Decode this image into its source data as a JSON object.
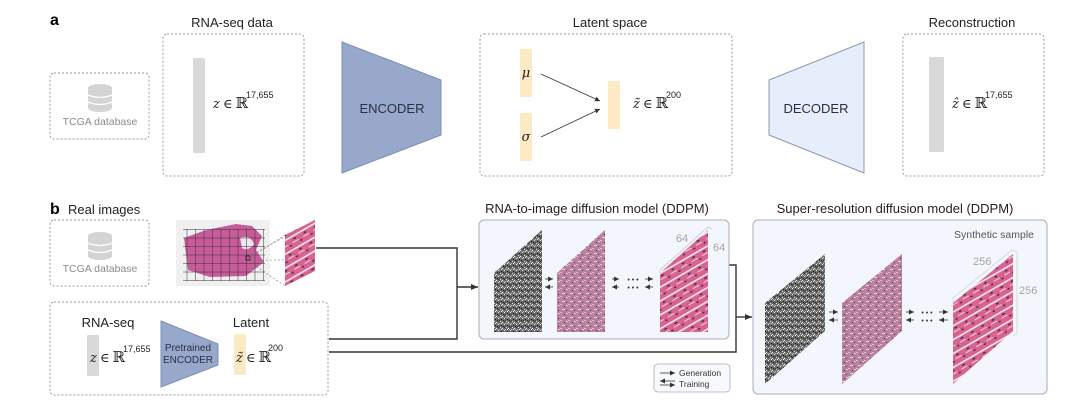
{
  "panel_a": {
    "letter": "a",
    "tcga_label": "TCGA database",
    "rna_title": "RNA-seq data",
    "rna_var": "z",
    "rna_dim": "17,655",
    "encoder_label": "ENCODER",
    "latent_title": "Latent space",
    "mu_label": "μ",
    "sigma_label": "σ",
    "latent_var": "z̃",
    "latent_dim": "200",
    "decoder_label": "DECODER",
    "recon_title": "Reconstruction",
    "recon_var": "ẑ",
    "recon_dim": "17,655"
  },
  "panel_b": {
    "letter": "b",
    "real_images_title": "Real images",
    "tcga_label": "TCGA database",
    "rnaseq_label": "RNA-seq",
    "rna_var": "z",
    "rna_dim": "17,655",
    "pretrained_line1": "Pretrained",
    "pretrained_line2": "ENCODER",
    "latent_label": "Latent",
    "latent_var": "z̃",
    "latent_dim": "200",
    "ddpm1_title": "RNA-to-image diffusion model (DDPM)",
    "ddpm1_dim_w": "64",
    "ddpm1_dim_h": "64",
    "ddpm2_title": "Super-resolution diffusion model (DDPM)",
    "synthetic_label": "Synthetic sample",
    "ddpm2_dim_w": "256",
    "ddpm2_dim_h": "256",
    "legend": {
      "generation": "Generation",
      "training": "Training"
    }
  },
  "symbols": {
    "element_of": "∈",
    "reals": "ℝ",
    "ellipsis": "• • •"
  },
  "colors": {
    "encoder": "#97a8cb",
    "decoder": "#e6edfb",
    "latent_bar": "#fde9c4",
    "data_bar": "#d9d9d9",
    "tissue": "#d25a91",
    "panel_bg": "#f3f7fd"
  }
}
